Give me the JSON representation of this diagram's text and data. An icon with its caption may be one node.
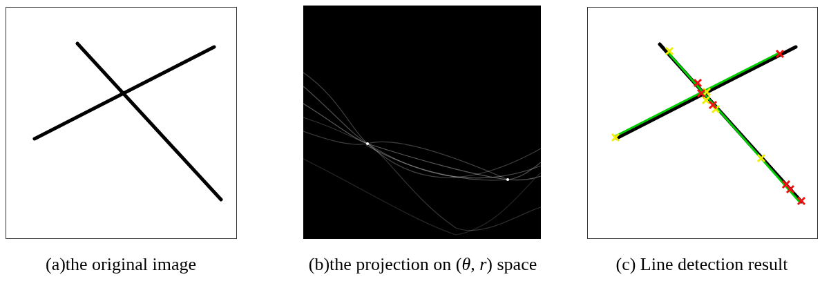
{
  "diagram": {
    "labels": [
      "(a)the original image",
      "(b)the projection on (*θ*, *r*) space",
      "(c) Line detection result"
    ]
  }
}
